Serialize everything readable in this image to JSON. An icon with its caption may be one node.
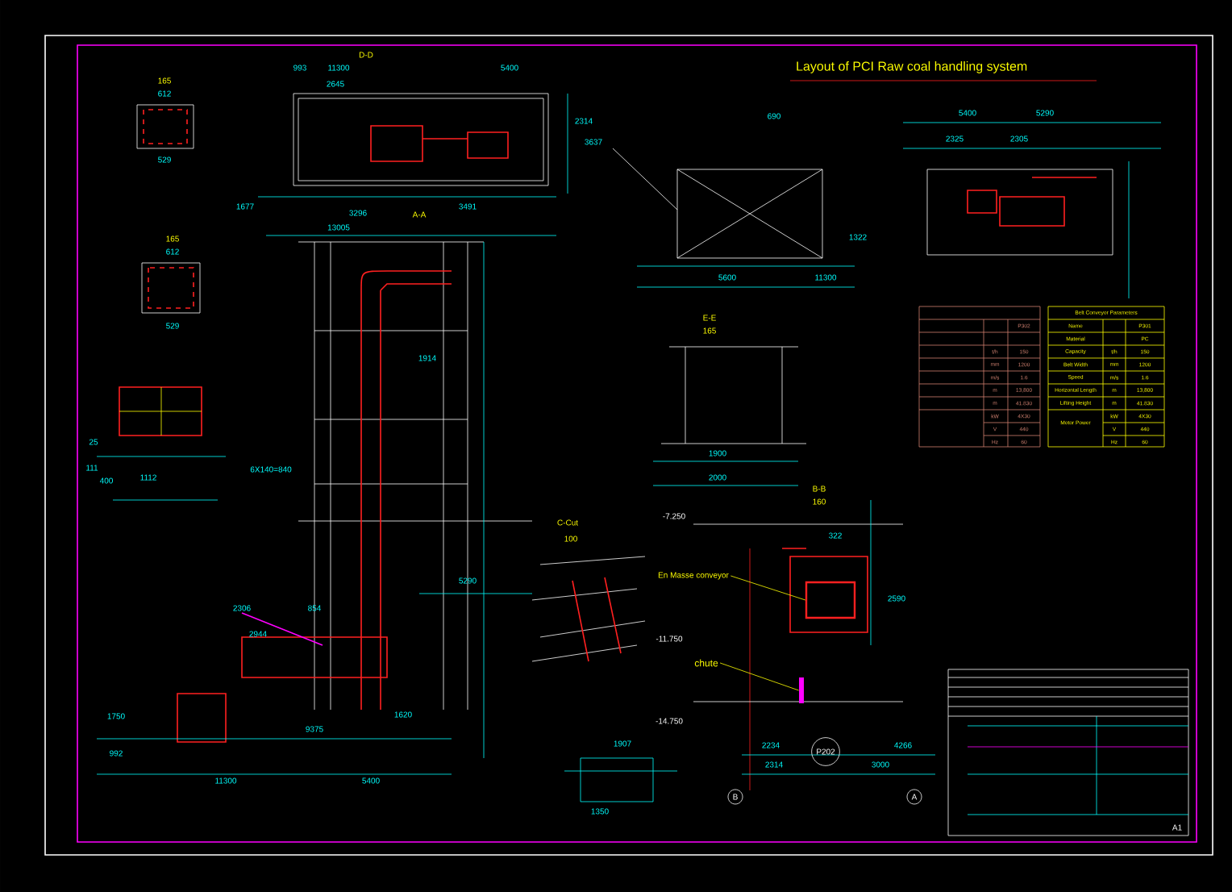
{
  "diagram": {
    "title": "Layout of PCI Raw coal handling system",
    "nodes": [
      {
        "text": [
          "En Masse conveyor"
        ]
      },
      {
        "text": [],
        "shape": "box"
      },
      {
        "text": [
          "chute"
        ]
      },
      {
        "text": [],
        "shape": "bar"
      },
      {
        "text": [
          "P202"
        ]
      },
      {
        "text": [
          "B"
        ]
      },
      {
        "text": [
          "A"
        ]
      }
    ],
    "edges": [
      {
        "from": 0,
        "to": 1,
        "arrow": "none"
      },
      {
        "from": 2,
        "to": 3,
        "arrow": "none"
      }
    ],
    "labels": [
      "D-D",
      "993",
      "11300",
      "5400",
      "2645",
      "2314",
      "3637",
      "1677",
      "3296",
      "3491",
      "13005",
      "165",
      "612",
      "529",
      "165",
      "612",
      "529",
      "25",
      "111",
      "400",
      "1112",
      "6X140=840",
      "A-A",
      "1914",
      "5290",
      "2306",
      "854",
      "2944",
      "1750",
      "1620",
      "9375",
      "992",
      "11300",
      "5400",
      "690",
      "5400",
      "5290",
      "2325",
      "2305",
      "1322",
      "5600",
      "11300",
      "E-E",
      "165",
      "1900",
      "2000",
      "B-B",
      "160",
      "-7.250",
      "C-Cut",
      "100",
      "322",
      "2590",
      "-11.750",
      "-14.750",
      "1907",
      "2234",
      "4266",
      "2314",
      "3000",
      "1350",
      "P302",
      "t/h",
      "150",
      "mm",
      "1200",
      "m/s",
      "1.6",
      "m",
      "13,800",
      "m",
      "41.830",
      "kW",
      "4X30",
      "V",
      "440",
      "Hz",
      "60",
      "Belt Conveyor Parameters",
      "Name",
      "P301",
      "Material",
      "PC",
      "Capacity",
      "t/h",
      "150",
      "Belt Width",
      "mm",
      "1200",
      "Speed",
      "m/s",
      "1.6",
      "Horizontal Length",
      "m",
      "13,800",
      "Lifting Height",
      "m",
      "41.830",
      "Motor Power",
      "kW",
      "4X30",
      "V",
      "440",
      "Hz",
      "60",
      "A1"
    ]
  }
}
